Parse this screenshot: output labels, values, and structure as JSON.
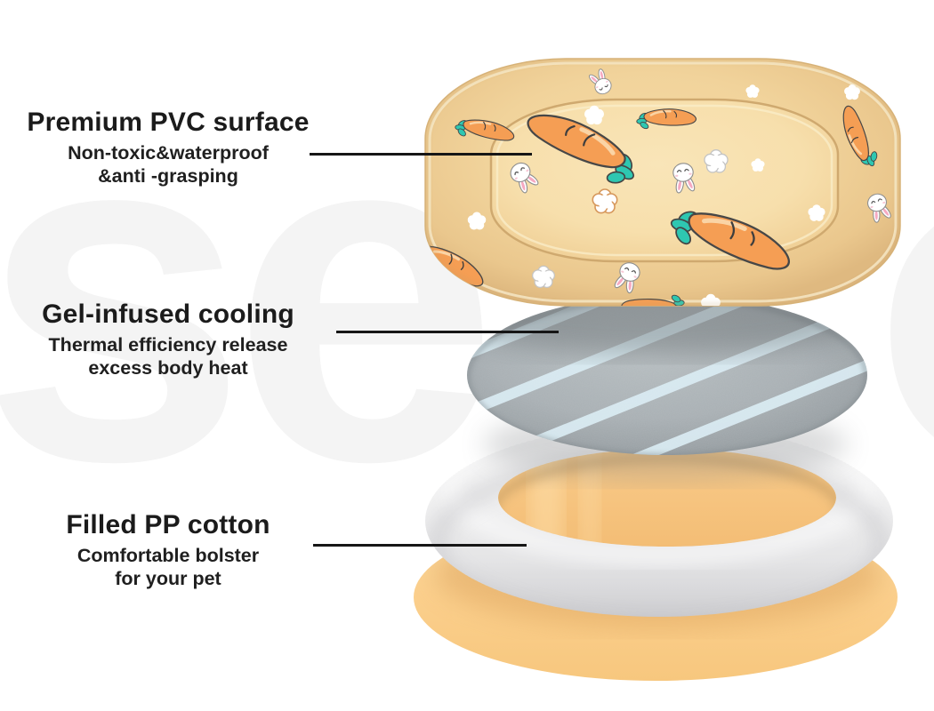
{
  "watermark": {
    "left_text": "se",
    "right_text": "o"
  },
  "illustration": {
    "name": "pet-cooling-mat-exploded-view",
    "icons": [
      "carrot-icon",
      "bunny-icon",
      "flower-icon"
    ],
    "colors": {
      "mat_tan": "#F1D39B",
      "mat_inner": "#F7DFAC",
      "carrot_orange": "#F59E54",
      "leaf_teal": "#2EC7B1",
      "bunny_white": "#FFFFFF",
      "ear_pink": "#F6A9C1",
      "gel_gray": "#A9B0B4",
      "stripe_blue": "#D9EBF3",
      "ring_white": "#F2F2F3",
      "base_orange": "#FBCF8C",
      "text_dark": "#1C1C1C"
    }
  },
  "callouts": [
    {
      "id": "pvc",
      "title": "Premium PVC surface",
      "lines": [
        "Non-toxic&waterproof",
        "&anti -grasping"
      ]
    },
    {
      "id": "gel",
      "title": "Gel-infused cooling",
      "lines": [
        "Thermal efficiency release",
        "excess body heat"
      ]
    },
    {
      "id": "cotton",
      "title": "Filled PP cotton",
      "lines": [
        "Comfortable bolster",
        "for your pet"
      ]
    }
  ]
}
